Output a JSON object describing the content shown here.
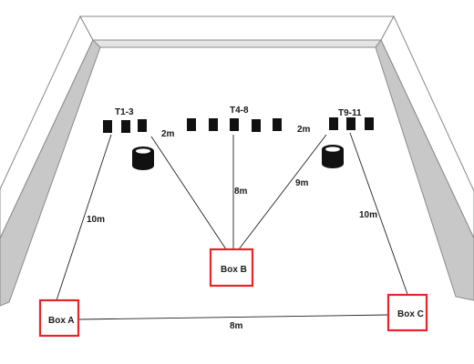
{
  "targets": {
    "group_1": "T1-3",
    "group_2": "T4-8",
    "group_3": "T9-11"
  },
  "distances": {
    "left_spacing": "2m",
    "right_spacing": "2m",
    "center_to_b": "8m",
    "right_to_b": "9m",
    "a_to_left": "10m",
    "c_to_right": "10m",
    "a_to_c": "8m"
  },
  "boxes": {
    "a": "Box A",
    "b": "Box B",
    "c": "Box C"
  },
  "colors": {
    "box_border": "#e3262b",
    "target_fill": "#111111",
    "wall_top": "#ffffff",
    "wall_side": "#c8c8c8",
    "wall_stroke": "#8a8a8a",
    "line": "#222222"
  },
  "icons": [
    "target-icon",
    "barrel-icon"
  ]
}
